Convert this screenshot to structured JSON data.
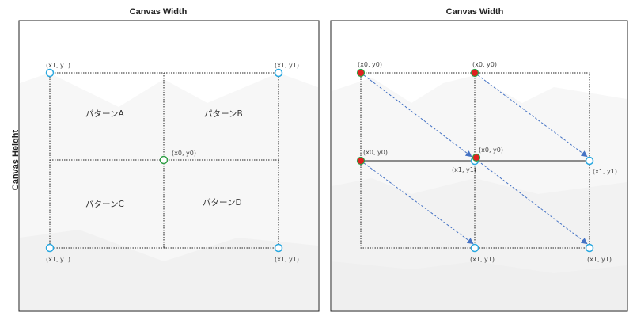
{
  "left_panel": {
    "title": "Canvas Width",
    "y_axis_label": "Canvas Height",
    "corner_labels": {
      "top_left": "(x1, y1)",
      "top_right": "(x1, y1)",
      "bottom_left": "(x1, y1)",
      "bottom_right": "(x1, y1)",
      "center": "(x0, y0)"
    },
    "patterns": {
      "a": "パターンA",
      "b": "パターンB",
      "c": "パターンC",
      "d": "パターンD"
    }
  },
  "right_panel": {
    "title": "Canvas Width",
    "start_labels": {
      "top_left": "(x0, y0)",
      "top_middle": "(x0, y0)",
      "middle_left": "(x0, y0)",
      "center": "(x0, y0)"
    },
    "end_labels": {
      "center": "(x1, y1)",
      "middle_right": "(x1, y1)",
      "bottom_middle": "(x1, y1)",
      "bottom_right": "(x1, y1)"
    }
  },
  "colors": {
    "start_point": "#e02020",
    "end_point": "#2aa8e0",
    "center_point": "#2e9e44",
    "arrow": "#4472c4"
  }
}
